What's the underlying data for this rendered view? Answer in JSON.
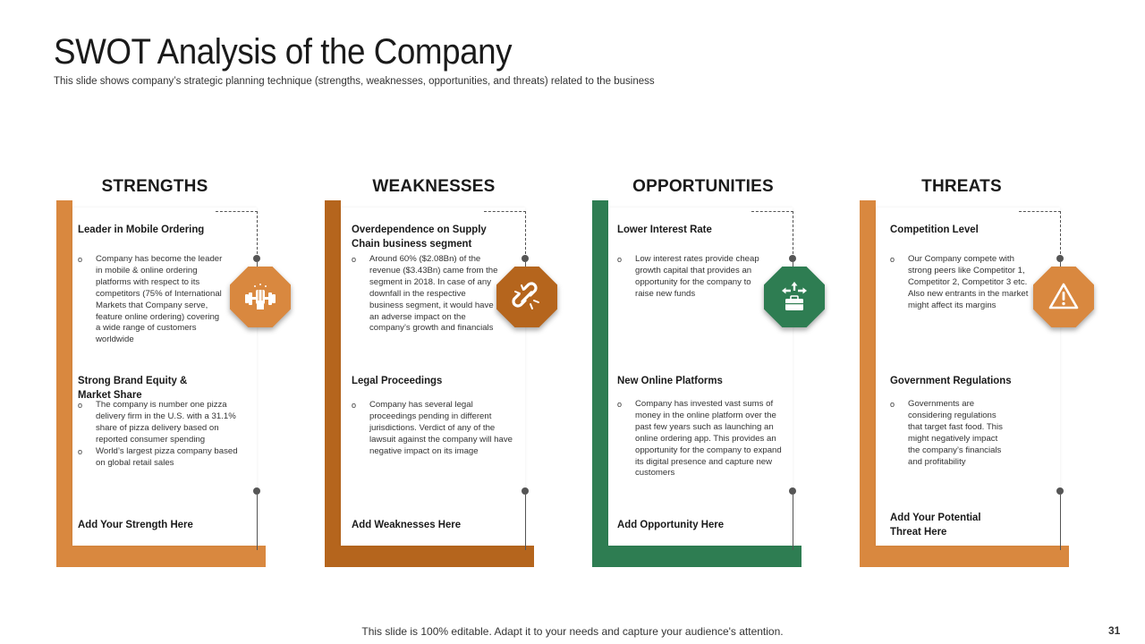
{
  "slide": {
    "title": "SWOT Analysis of the Company",
    "subtitle": "This slide shows company’s strategic planning technique (strengths, weaknesses, opportunities, and threats) related to the business",
    "footer": "This slide is 100% editable. Adapt it to your needs and capture your audience's attention.",
    "page_number": "31"
  },
  "colors": {
    "strengths": "#D9883F",
    "weaknesses": "#B5651D",
    "opportunities": "#2E7D52",
    "threats": "#D9883F",
    "text": "#1a1a1a"
  },
  "columns": [
    {
      "heading": "STRENGTHS",
      "icon": "weightlifting-icon",
      "point1": {
        "title": "Leader in Mobile Ordering",
        "bullets": [
          "Company has become the leader in mobile & online ordering platforms with respect to its competitors (75% of International Markets that Company serve, feature online ordering) covering a wide range of customers worldwide"
        ]
      },
      "point2": {
        "title": "Strong Brand Equity & Market Share",
        "bullets": [
          "The company is number one pizza delivery firm in the U.S. with a 31.1% share of pizza delivery based on reported consumer spending",
          "World’s largest pizza company based on global retail sales"
        ]
      },
      "placeholder": "Add Your Strength Here"
    },
    {
      "heading": "WEAKNESSES",
      "icon": "broken-link-icon",
      "point1": {
        "title": "Overdependence on Supply Chain business segment",
        "bullets": [
          "Around 60% ($2.08Bn) of the revenue ($3.43Bn) came from the segment in 2018. In case of any downfall in the respective business segment, it would have an adverse impact on the company’s growth and financials"
        ]
      },
      "point2": {
        "title": "Legal Proceedings",
        "bullets": [
          "Company has several legal proceedings pending in different jurisdictions. Verdict of any of the lawsuit against the company will have negative impact on its image"
        ]
      },
      "placeholder": "Add Weaknesses Here"
    },
    {
      "heading": "OPPORTUNITIES",
      "icon": "briefcase-arrows-icon",
      "point1": {
        "title": "Lower Interest Rate",
        "bullets": [
          "Low interest rates provide cheap growth capital that provides an opportunity for the company to raise new funds"
        ]
      },
      "point2": {
        "title": "New Online Platforms",
        "bullets": [
          "Company has invested vast sums of money in the online platform over the past few years such as launching an online ordering app. This provides an opportunity for the company to expand its digital presence and capture new customers"
        ]
      },
      "placeholder": "Add Opportunity Here"
    },
    {
      "heading": "THREATS",
      "icon": "warning-icon",
      "point1": {
        "title": "Competition Level",
        "bullets": [
          "Our Company compete with strong peers like Competitor 1, Competitor 2, Competitor 3 etc. Also new entrants in the market might affect its margins"
        ]
      },
      "point2": {
        "title": "Government Regulations",
        "bullets": [
          "Governments are considering regulations that target fast food. This might negatively impact the company’s financials and profitability"
        ]
      },
      "placeholder": "Add Your Potential Threat Here"
    }
  ]
}
